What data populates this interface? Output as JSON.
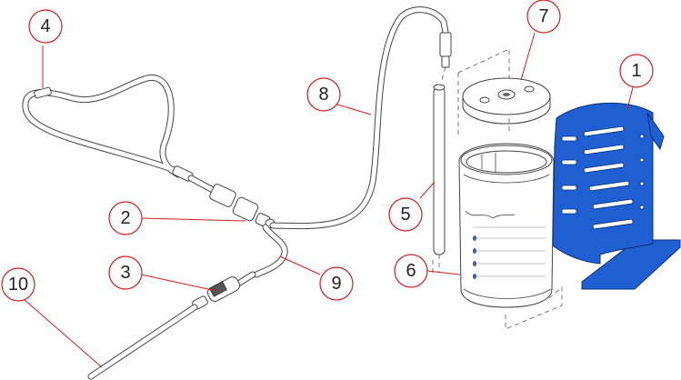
{
  "callouts": [
    {
      "label": "1"
    },
    {
      "label": "2"
    },
    {
      "label": "3"
    },
    {
      "label": "4"
    },
    {
      "label": "5"
    },
    {
      "label": "6"
    },
    {
      "label": "7"
    },
    {
      "label": "8"
    },
    {
      "label": "9"
    },
    {
      "label": "10"
    }
  ],
  "colors": {
    "callout": "#d11f1f",
    "holder": "#1f5fd1",
    "lineart": "#444444"
  }
}
